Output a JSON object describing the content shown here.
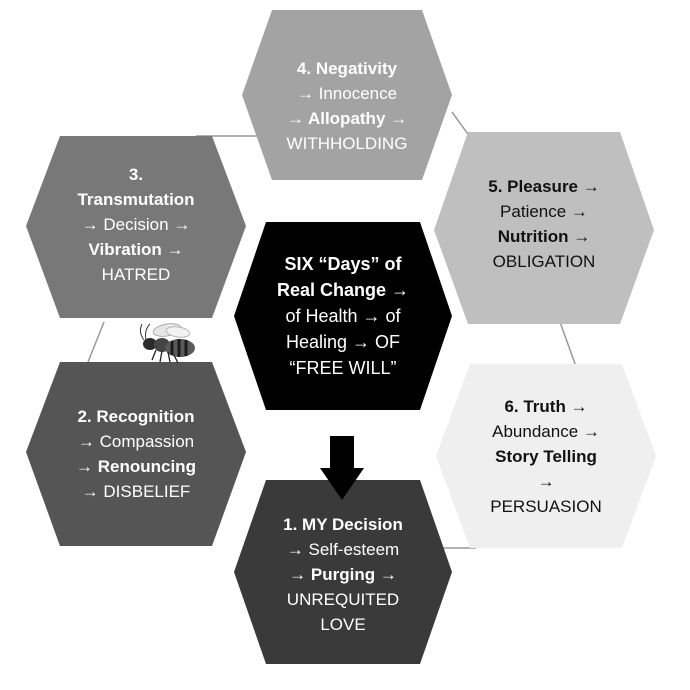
{
  "colors": {
    "center": "#000000",
    "h1": "#3a3a3a",
    "h2": "#555555",
    "h3": "#787878",
    "h4": "#a3a3a3",
    "h5": "#bfbfbf",
    "h6": "#efefef",
    "connector": "#9a9a9a"
  },
  "center": {
    "l1": "SIX “Days” of",
    "l2": "Real Change →",
    "l3": "of Health → of",
    "l4": "Healing → OF",
    "l5": "“FREE WILL”"
  },
  "hex1": {
    "l1": "1. MY Decision",
    "l2": "→ Self-esteem",
    "l3": "→ Purging →",
    "l4": "UNREQUITED",
    "l5": "LOVE"
  },
  "hex2": {
    "l1": "2. Recognition",
    "l2": "→ Compassion",
    "l3": "→ Renouncing",
    "l4": "→ DISBELIEF"
  },
  "hex3": {
    "l1": "3.",
    "l2": "Transmutation",
    "l3": "→ Decision →",
    "l4": "Vibration →",
    "l5": "HATRED"
  },
  "hex4": {
    "l1": "4. Negativity",
    "l2": "→ Innocence",
    "l3": "→ Allopathy →",
    "l4": "WITHHOLDING"
  },
  "hex5": {
    "l1": "5. Pleasure →",
    "l2": "Patience →",
    "l3": "Nutrition →",
    "l4": "OBLIGATION"
  },
  "hex6": {
    "l1": "6. Truth →",
    "l2": "Abundance →",
    "l3": "Story Telling",
    "l4": "→",
    "l5": "PERSUASION"
  }
}
